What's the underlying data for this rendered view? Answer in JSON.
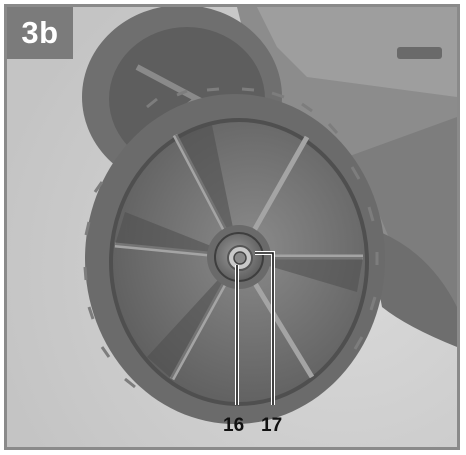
{
  "figure": {
    "step_label": "3b",
    "callouts": [
      {
        "number": "16"
      },
      {
        "number": "17"
      }
    ]
  }
}
